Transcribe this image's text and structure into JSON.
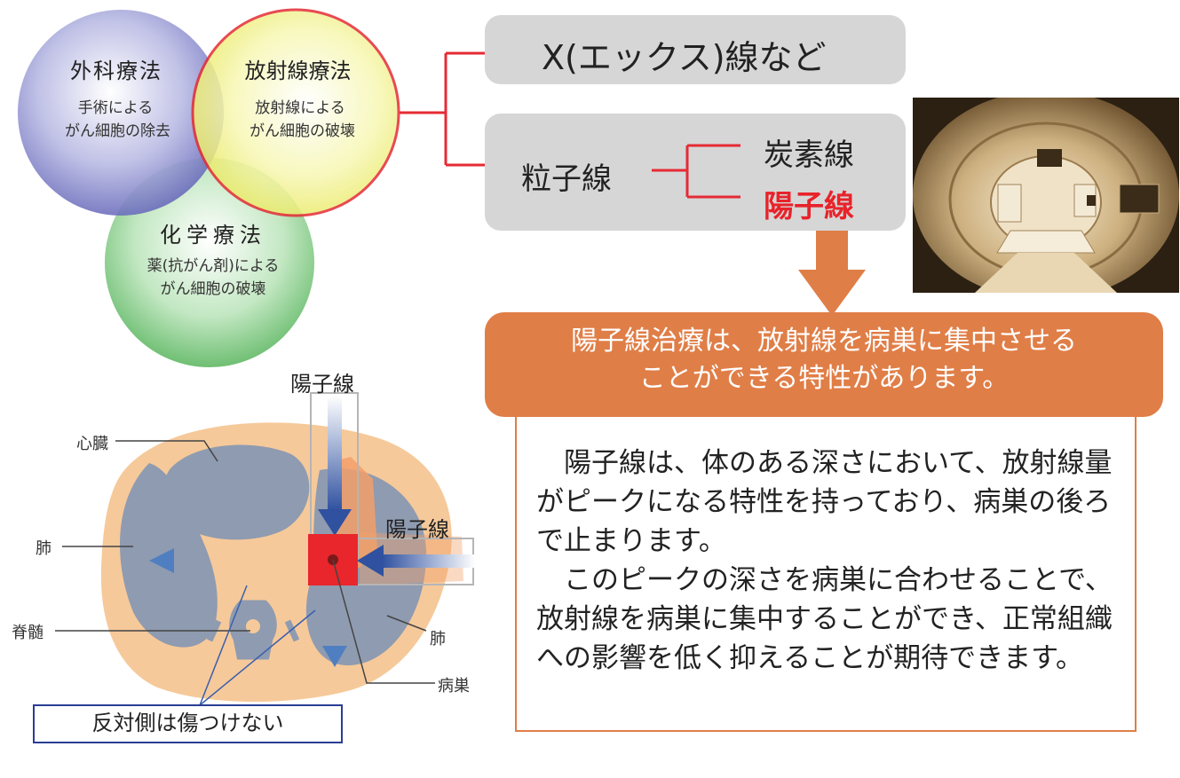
{
  "venn": {
    "surgery": {
      "title": "外科療法",
      "sub1": "手術による",
      "sub2": "がん細胞の除去"
    },
    "radiation": {
      "title": "放射線療法",
      "sub1": "放射線による",
      "sub2": "がん細胞の破壊"
    },
    "chemo": {
      "title": "化学療法",
      "sub1": "薬(抗がん剤)による",
      "sub2": "がん細胞の破壊"
    }
  },
  "tree": {
    "xray": "X(エックス)線など",
    "particle": "粒子線",
    "carbon": "炭素線",
    "proton": "陽子線"
  },
  "banner": {
    "line1": "陽子線治療は、放射線を病巣に集中させる",
    "line2": "ことができる特性があります。"
  },
  "explanation": {
    "p1": "陽子線は、体のある深さにおいて、放射線量がピークになる特性を持っており、病巣の後ろで止まります。",
    "p2": "このピークの深さを病巣に合わせることで、放射線を病巣に集中することができ、正常組織への影響を低く抑えることが期待できます。"
  },
  "cross_section": {
    "beam_top": "陽子線",
    "beam_right": "陽子線",
    "heart": "心臓",
    "lung_left": "肺",
    "spinal_cord": "脊髄",
    "lung_right": "肺",
    "lesion": "病巣",
    "opposite_side": "反対側は傷つけない"
  },
  "colors": {
    "surgery_circle": "#7d7fc6",
    "radiation_circle": "#eeee88",
    "chemo_circle": "#8fd08f",
    "radiation_outline": "#e52b34",
    "connector": "#e52b34",
    "arrow_orange": "#e07e47",
    "beam_blue": "#3a5fad",
    "body": "#f6c99a",
    "organs": "#8f9bb0",
    "lesion_red": "#e8262c"
  }
}
